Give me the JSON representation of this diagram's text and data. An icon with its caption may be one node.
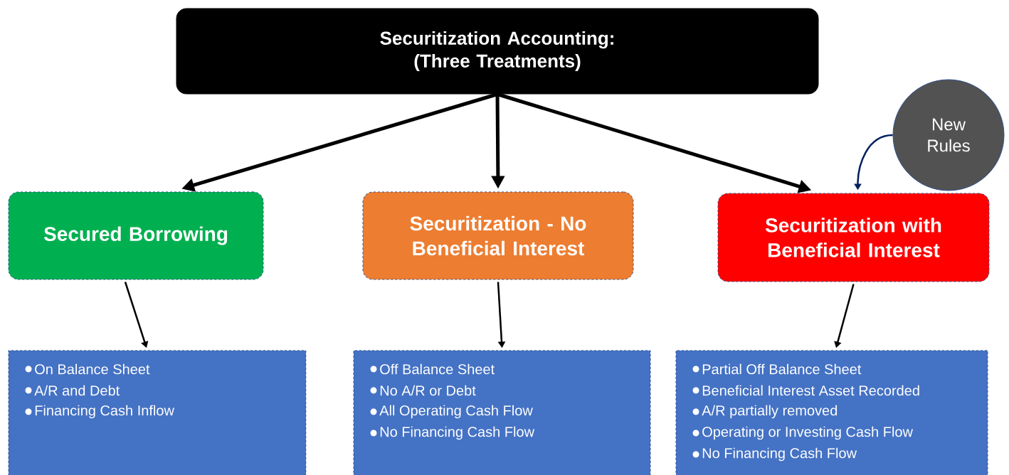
{
  "diagram": {
    "nodes": [
      {
        "text": [
          "Securitization Accounting: (Three Treatments)"
        ]
      },
      {
        "text": [
          "Secured Borrowing"
        ]
      },
      {
        "text": [
          "Securitization - No Beneficial Interest"
        ]
      },
      {
        "text": [
          "Securitization with Beneficial Interest"
        ]
      },
      {
        "text": [
          "New Rules"
        ]
      },
      {
        "text": [
          "On Balance Sheet",
          "A/R and Debt",
          "Financing Cash Inflow"
        ]
      },
      {
        "text": [
          "Off Balance Sheet",
          "No A/R or Debt",
          "All Operating Cash  Flow",
          "No Financing Cash Flow"
        ]
      },
      {
        "text": [
          "Partial Off Balance Sheet",
          "Beneficial Interest Asset Recorded",
          "A/R partially removed",
          "Operating or Investing Cash Flow",
          "No Financing Cash Flow"
        ]
      }
    ],
    "edges": [
      {
        "from": 0,
        "to": 1,
        "arrow": "to",
        "style": "thick"
      },
      {
        "from": 0,
        "to": 2,
        "arrow": "to",
        "style": "thick"
      },
      {
        "from": 0,
        "to": 3,
        "arrow": "to",
        "style": "thick"
      },
      {
        "from": 4,
        "to": 3,
        "arrow": "to",
        "color": "#002060"
      },
      {
        "from": 1,
        "to": 5,
        "arrow": "to"
      },
      {
        "from": 2,
        "to": 6,
        "arrow": "to"
      },
      {
        "from": 3,
        "to": 7,
        "arrow": "to"
      }
    ]
  }
}
